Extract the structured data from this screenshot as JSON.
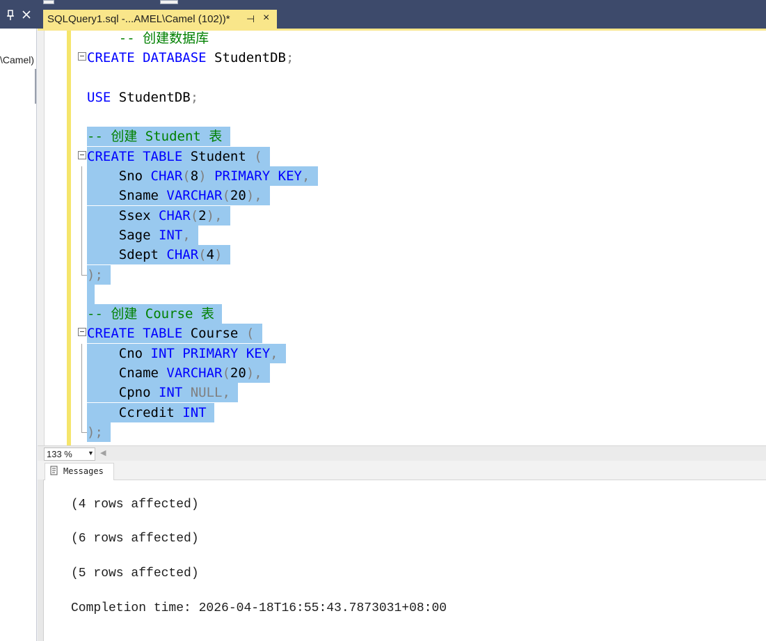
{
  "left_panel": {
    "pin_icon": "pin-icon",
    "close_icon": "close-icon",
    "tree_item": "\\Camel)"
  },
  "tab": {
    "title": "SQLQuery1.sql -...AMEL\\Camel (102))*",
    "pin": "⊣",
    "close": "×"
  },
  "editor": {
    "lines": [
      {
        "fold": false,
        "guide": "none",
        "sel": false,
        "tokens": [
          {
            "t": "    ",
            "c": "id"
          },
          {
            "t": "-- 创建数据库",
            "c": "cm"
          }
        ]
      },
      {
        "fold": true,
        "guide": "none",
        "sel": false,
        "tokens": [
          {
            "t": "CREATE",
            "c": "kw"
          },
          {
            "t": " ",
            "c": "id"
          },
          {
            "t": "DATABASE",
            "c": "kw"
          },
          {
            "t": " StudentDB",
            "c": "id"
          },
          {
            "t": ";",
            "c": "gr"
          }
        ]
      },
      {
        "fold": false,
        "guide": "none",
        "sel": false,
        "tokens": []
      },
      {
        "fold": false,
        "guide": "none",
        "sel": false,
        "tokens": [
          {
            "t": "USE",
            "c": "kw"
          },
          {
            "t": " StudentDB",
            "c": "id"
          },
          {
            "t": ";",
            "c": "gr"
          }
        ]
      },
      {
        "fold": false,
        "guide": "none",
        "sel": false,
        "tokens": []
      },
      {
        "fold": false,
        "guide": "none",
        "sel": true,
        "tokens": [
          {
            "t": "-- 创建 Student 表 ",
            "c": "cm"
          }
        ]
      },
      {
        "fold": true,
        "guide": "none",
        "sel": true,
        "tokens": [
          {
            "t": "CREATE",
            "c": "kw"
          },
          {
            "t": " ",
            "c": "id"
          },
          {
            "t": "TABLE",
            "c": "kw"
          },
          {
            "t": " Student ",
            "c": "id"
          },
          {
            "t": "( ",
            "c": "gr"
          }
        ]
      },
      {
        "fold": false,
        "guide": "line",
        "sel": true,
        "tokens": [
          {
            "t": "    Sno ",
            "c": "id"
          },
          {
            "t": "CHAR",
            "c": "kw"
          },
          {
            "t": "(",
            "c": "gr"
          },
          {
            "t": "8",
            "c": "id"
          },
          {
            "t": ")",
            "c": "gr"
          },
          {
            "t": " ",
            "c": "id"
          },
          {
            "t": "PRIMARY",
            "c": "kw"
          },
          {
            "t": " ",
            "c": "id"
          },
          {
            "t": "KEY",
            "c": "kw"
          },
          {
            "t": ", ",
            "c": "gr"
          }
        ]
      },
      {
        "fold": false,
        "guide": "line",
        "sel": true,
        "tokens": [
          {
            "t": "    Sname ",
            "c": "id"
          },
          {
            "t": "VARCHAR",
            "c": "kw"
          },
          {
            "t": "(",
            "c": "gr"
          },
          {
            "t": "20",
            "c": "id"
          },
          {
            "t": "), ",
            "c": "gr"
          }
        ]
      },
      {
        "fold": false,
        "guide": "line",
        "sel": true,
        "tokens": [
          {
            "t": "    Ssex ",
            "c": "id"
          },
          {
            "t": "CHAR",
            "c": "kw"
          },
          {
            "t": "(",
            "c": "gr"
          },
          {
            "t": "2",
            "c": "id"
          },
          {
            "t": "), ",
            "c": "gr"
          }
        ]
      },
      {
        "fold": false,
        "guide": "line",
        "sel": true,
        "tokens": [
          {
            "t": "    Sage ",
            "c": "id"
          },
          {
            "t": "INT",
            "c": "kw"
          },
          {
            "t": ", ",
            "c": "gr"
          }
        ]
      },
      {
        "fold": false,
        "guide": "line",
        "sel": true,
        "tokens": [
          {
            "t": "    Sdept ",
            "c": "id"
          },
          {
            "t": "CHAR",
            "c": "kw"
          },
          {
            "t": "(",
            "c": "gr"
          },
          {
            "t": "4",
            "c": "id"
          },
          {
            "t": ") ",
            "c": "gr"
          }
        ]
      },
      {
        "fold": false,
        "guide": "end",
        "sel": true,
        "tokens": [
          {
            "t": "); ",
            "c": "gr"
          }
        ]
      },
      {
        "fold": false,
        "guide": "none",
        "sel": true,
        "tokens": [
          {
            "t": " ",
            "c": "id"
          }
        ]
      },
      {
        "fold": false,
        "guide": "none",
        "sel": true,
        "tokens": [
          {
            "t": "-- 创建 Course 表 ",
            "c": "cm"
          }
        ]
      },
      {
        "fold": true,
        "guide": "none",
        "sel": true,
        "tokens": [
          {
            "t": "CREATE",
            "c": "kw"
          },
          {
            "t": " ",
            "c": "id"
          },
          {
            "t": "TABLE",
            "c": "kw"
          },
          {
            "t": " Course ",
            "c": "id"
          },
          {
            "t": "( ",
            "c": "gr"
          }
        ]
      },
      {
        "fold": false,
        "guide": "line",
        "sel": true,
        "tokens": [
          {
            "t": "    Cno ",
            "c": "id"
          },
          {
            "t": "INT",
            "c": "kw"
          },
          {
            "t": " ",
            "c": "id"
          },
          {
            "t": "PRIMARY",
            "c": "kw"
          },
          {
            "t": " ",
            "c": "id"
          },
          {
            "t": "KEY",
            "c": "kw"
          },
          {
            "t": ", ",
            "c": "gr"
          }
        ]
      },
      {
        "fold": false,
        "guide": "line",
        "sel": true,
        "tokens": [
          {
            "t": "    Cname ",
            "c": "id"
          },
          {
            "t": "VARCHAR",
            "c": "kw"
          },
          {
            "t": "(",
            "c": "gr"
          },
          {
            "t": "20",
            "c": "id"
          },
          {
            "t": "), ",
            "c": "gr"
          }
        ]
      },
      {
        "fold": false,
        "guide": "line",
        "sel": true,
        "tokens": [
          {
            "t": "    Cpno ",
            "c": "id"
          },
          {
            "t": "INT",
            "c": "kw"
          },
          {
            "t": " ",
            "c": "id"
          },
          {
            "t": "NULL",
            "c": "gr"
          },
          {
            "t": ", ",
            "c": "gr"
          }
        ]
      },
      {
        "fold": false,
        "guide": "line",
        "sel": true,
        "tokens": [
          {
            "t": "    Ccredit ",
            "c": "id"
          },
          {
            "t": "INT",
            "c": "kw"
          },
          {
            "t": " ",
            "c": "id"
          }
        ]
      },
      {
        "fold": false,
        "guide": "end",
        "sel": true,
        "tokens": [
          {
            "t": "); ",
            "c": "gr"
          }
        ]
      },
      {
        "fold": false,
        "guide": "none",
        "sel": false,
        "tokens": []
      }
    ]
  },
  "zoom": {
    "value": "133 %",
    "arrow": "▼",
    "scroll_left": "◀"
  },
  "results": {
    "tab_label": "Messages",
    "tab_icon": "messages-icon",
    "messages": [
      "(4 rows affected)",
      "(6 rows affected)",
      "(5 rows affected)",
      "Completion time: 2026-04-18T16:55:43.7873031+08:00"
    ]
  },
  "colors": {
    "chrome": "#3d4a6b",
    "active_tab": "#f9e68a",
    "selection": "#99c9ef",
    "keyword": "#0000ff",
    "comment": "#008000",
    "operator": "#808080"
  }
}
